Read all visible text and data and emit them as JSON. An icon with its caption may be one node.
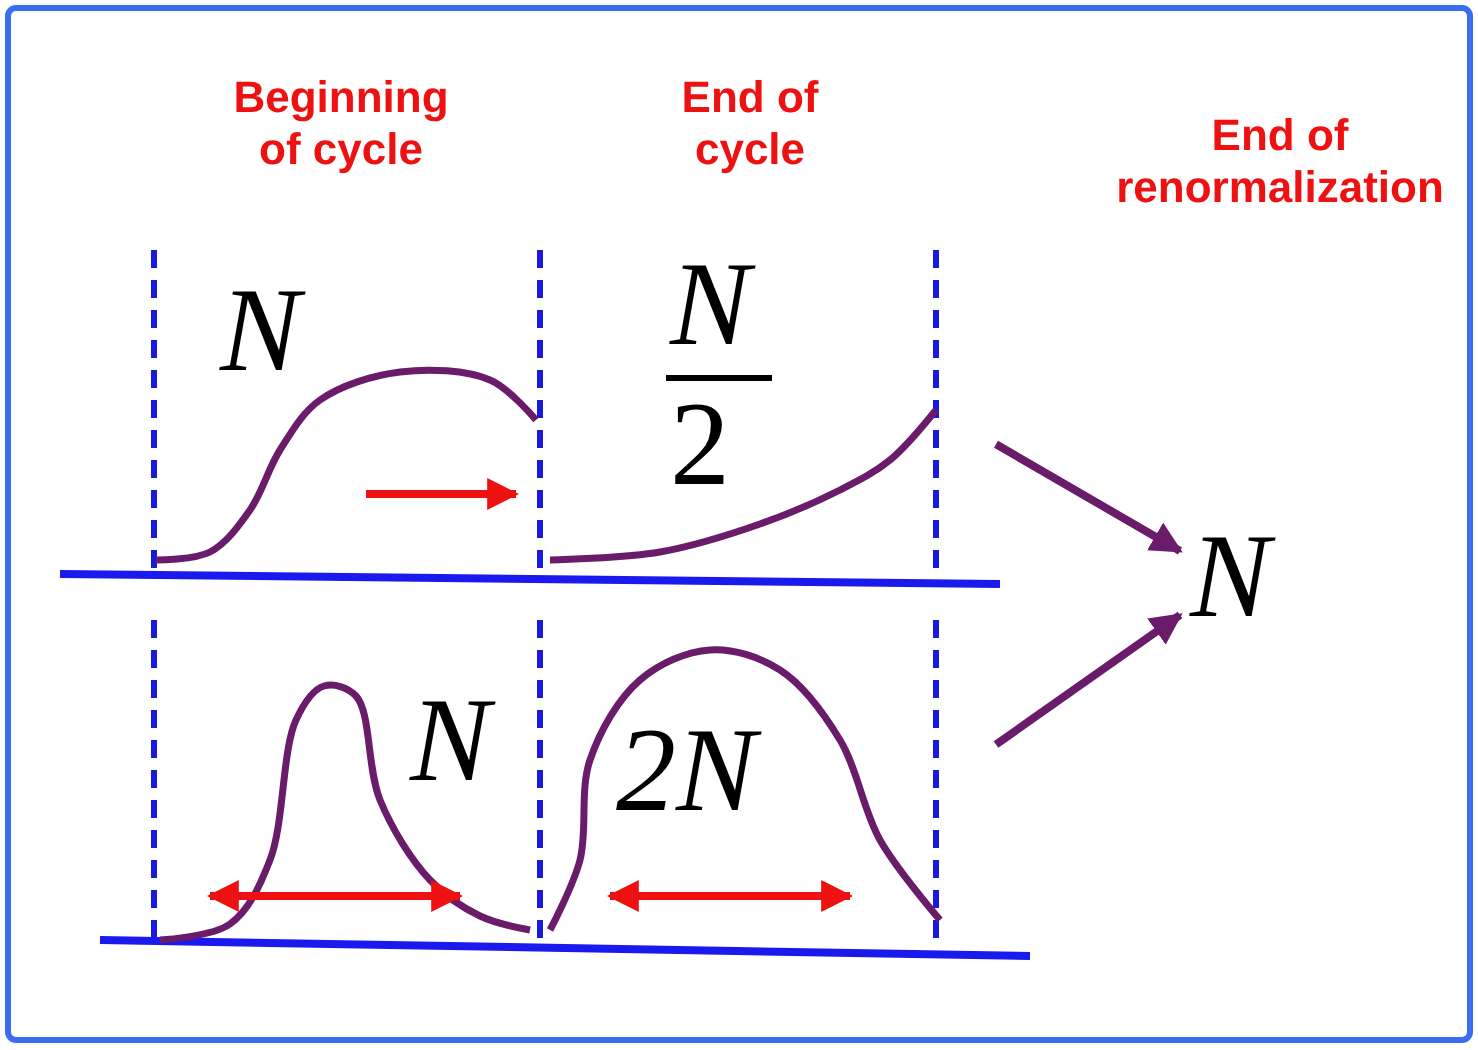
{
  "diagram": {
    "nodes": [
      {
        "text": [
          "N",
          "2"
        ]
      },
      {
        "text": [
          "2N"
        ]
      },
      {
        "text": [
          "N"
        ]
      }
    ],
    "edges": [
      {
        "from": 0,
        "to": 2,
        "arrow": "to"
      },
      {
        "from": 1,
        "to": 2,
        "arrow": "to"
      }
    ],
    "labels": [
      "Beginning of cycle",
      "End of cycle",
      "End of renormalization",
      "N",
      "N"
    ]
  }
}
